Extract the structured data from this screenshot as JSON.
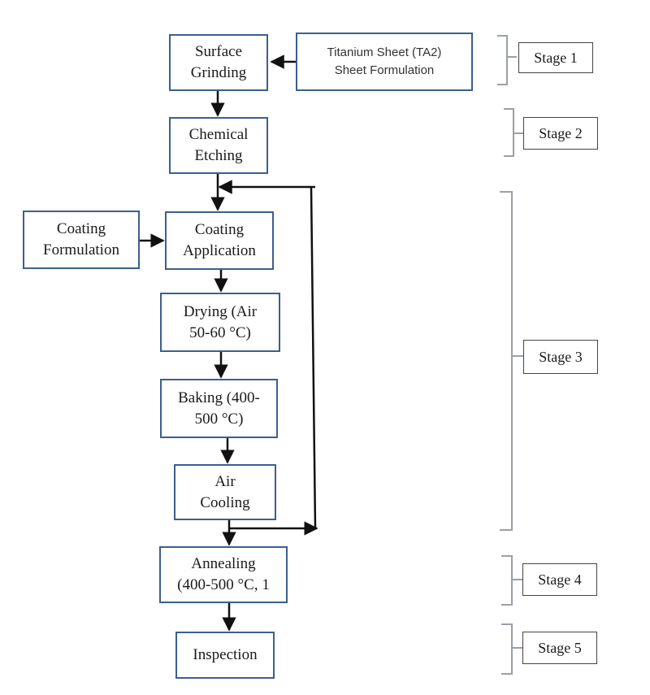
{
  "nodes": {
    "titanium_sheet": {
      "line1": "Titanium Sheet (TA2)",
      "line2": "Sheet Formulation"
    },
    "surface_grinding": {
      "line1": "Surface",
      "line2": "Grinding"
    },
    "chemical_etching": {
      "line1": "Chemical",
      "line2": "Etching"
    },
    "coating_formulation": {
      "line1": "Coating",
      "line2": "Formulation"
    },
    "coating_application": {
      "line1": "Coating",
      "line2": "Application"
    },
    "drying": {
      "line1": "Drying (Air",
      "line2": "50-60 °C)"
    },
    "baking": {
      "line1": "Baking (400-",
      "line2": "500 °C)"
    },
    "air_cooling": {
      "line1": "Air",
      "line2": "Cooling"
    },
    "annealing": {
      "line1": "Annealing",
      "line2": "(400-500 °C, 1"
    },
    "inspection": {
      "line1": "Inspection"
    }
  },
  "stages": [
    "Stage 1",
    "Stage 2",
    "Stage 3",
    "Stage 4",
    "Stage 5"
  ],
  "colors": {
    "box_border": "#3b5f8e",
    "arrow": "#111111",
    "bracket": "#9aa0a6"
  }
}
